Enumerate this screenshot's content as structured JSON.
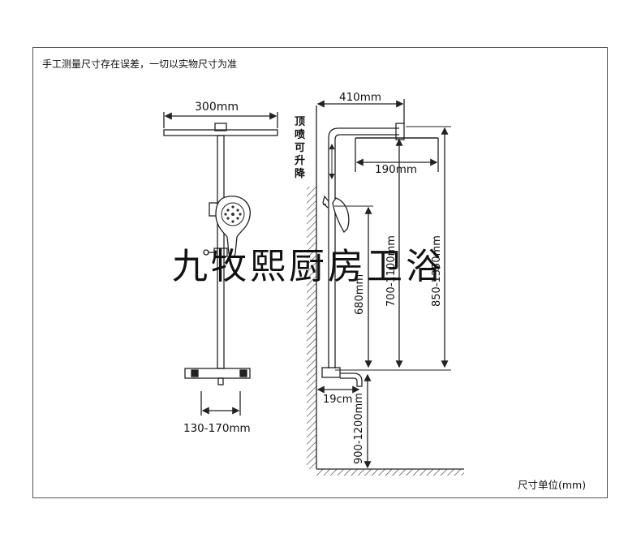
{
  "notes": {
    "header": "手工测量尺寸存在误差，一切以实物尺寸为准",
    "unit_label": "尺寸单位(mm)"
  },
  "watermark": "九牧熙厨房卫浴",
  "front_view": {
    "top_width_label": "300mm",
    "bottom_range_label": "130-170mm"
  },
  "side_view": {
    "lift_label": [
      "顶",
      "喷",
      "可",
      "升",
      "降"
    ],
    "arm_length_label": "410mm",
    "head_width_label": "190mm",
    "handheld_height_label": "680mm",
    "height_range_1": "700-1100mm",
    "height_range_2": "850-1350mm",
    "spout_label": "19cm",
    "floor_height_label": "900-1200mm"
  },
  "colors": {
    "line": "#222222",
    "frame": "#555555"
  }
}
